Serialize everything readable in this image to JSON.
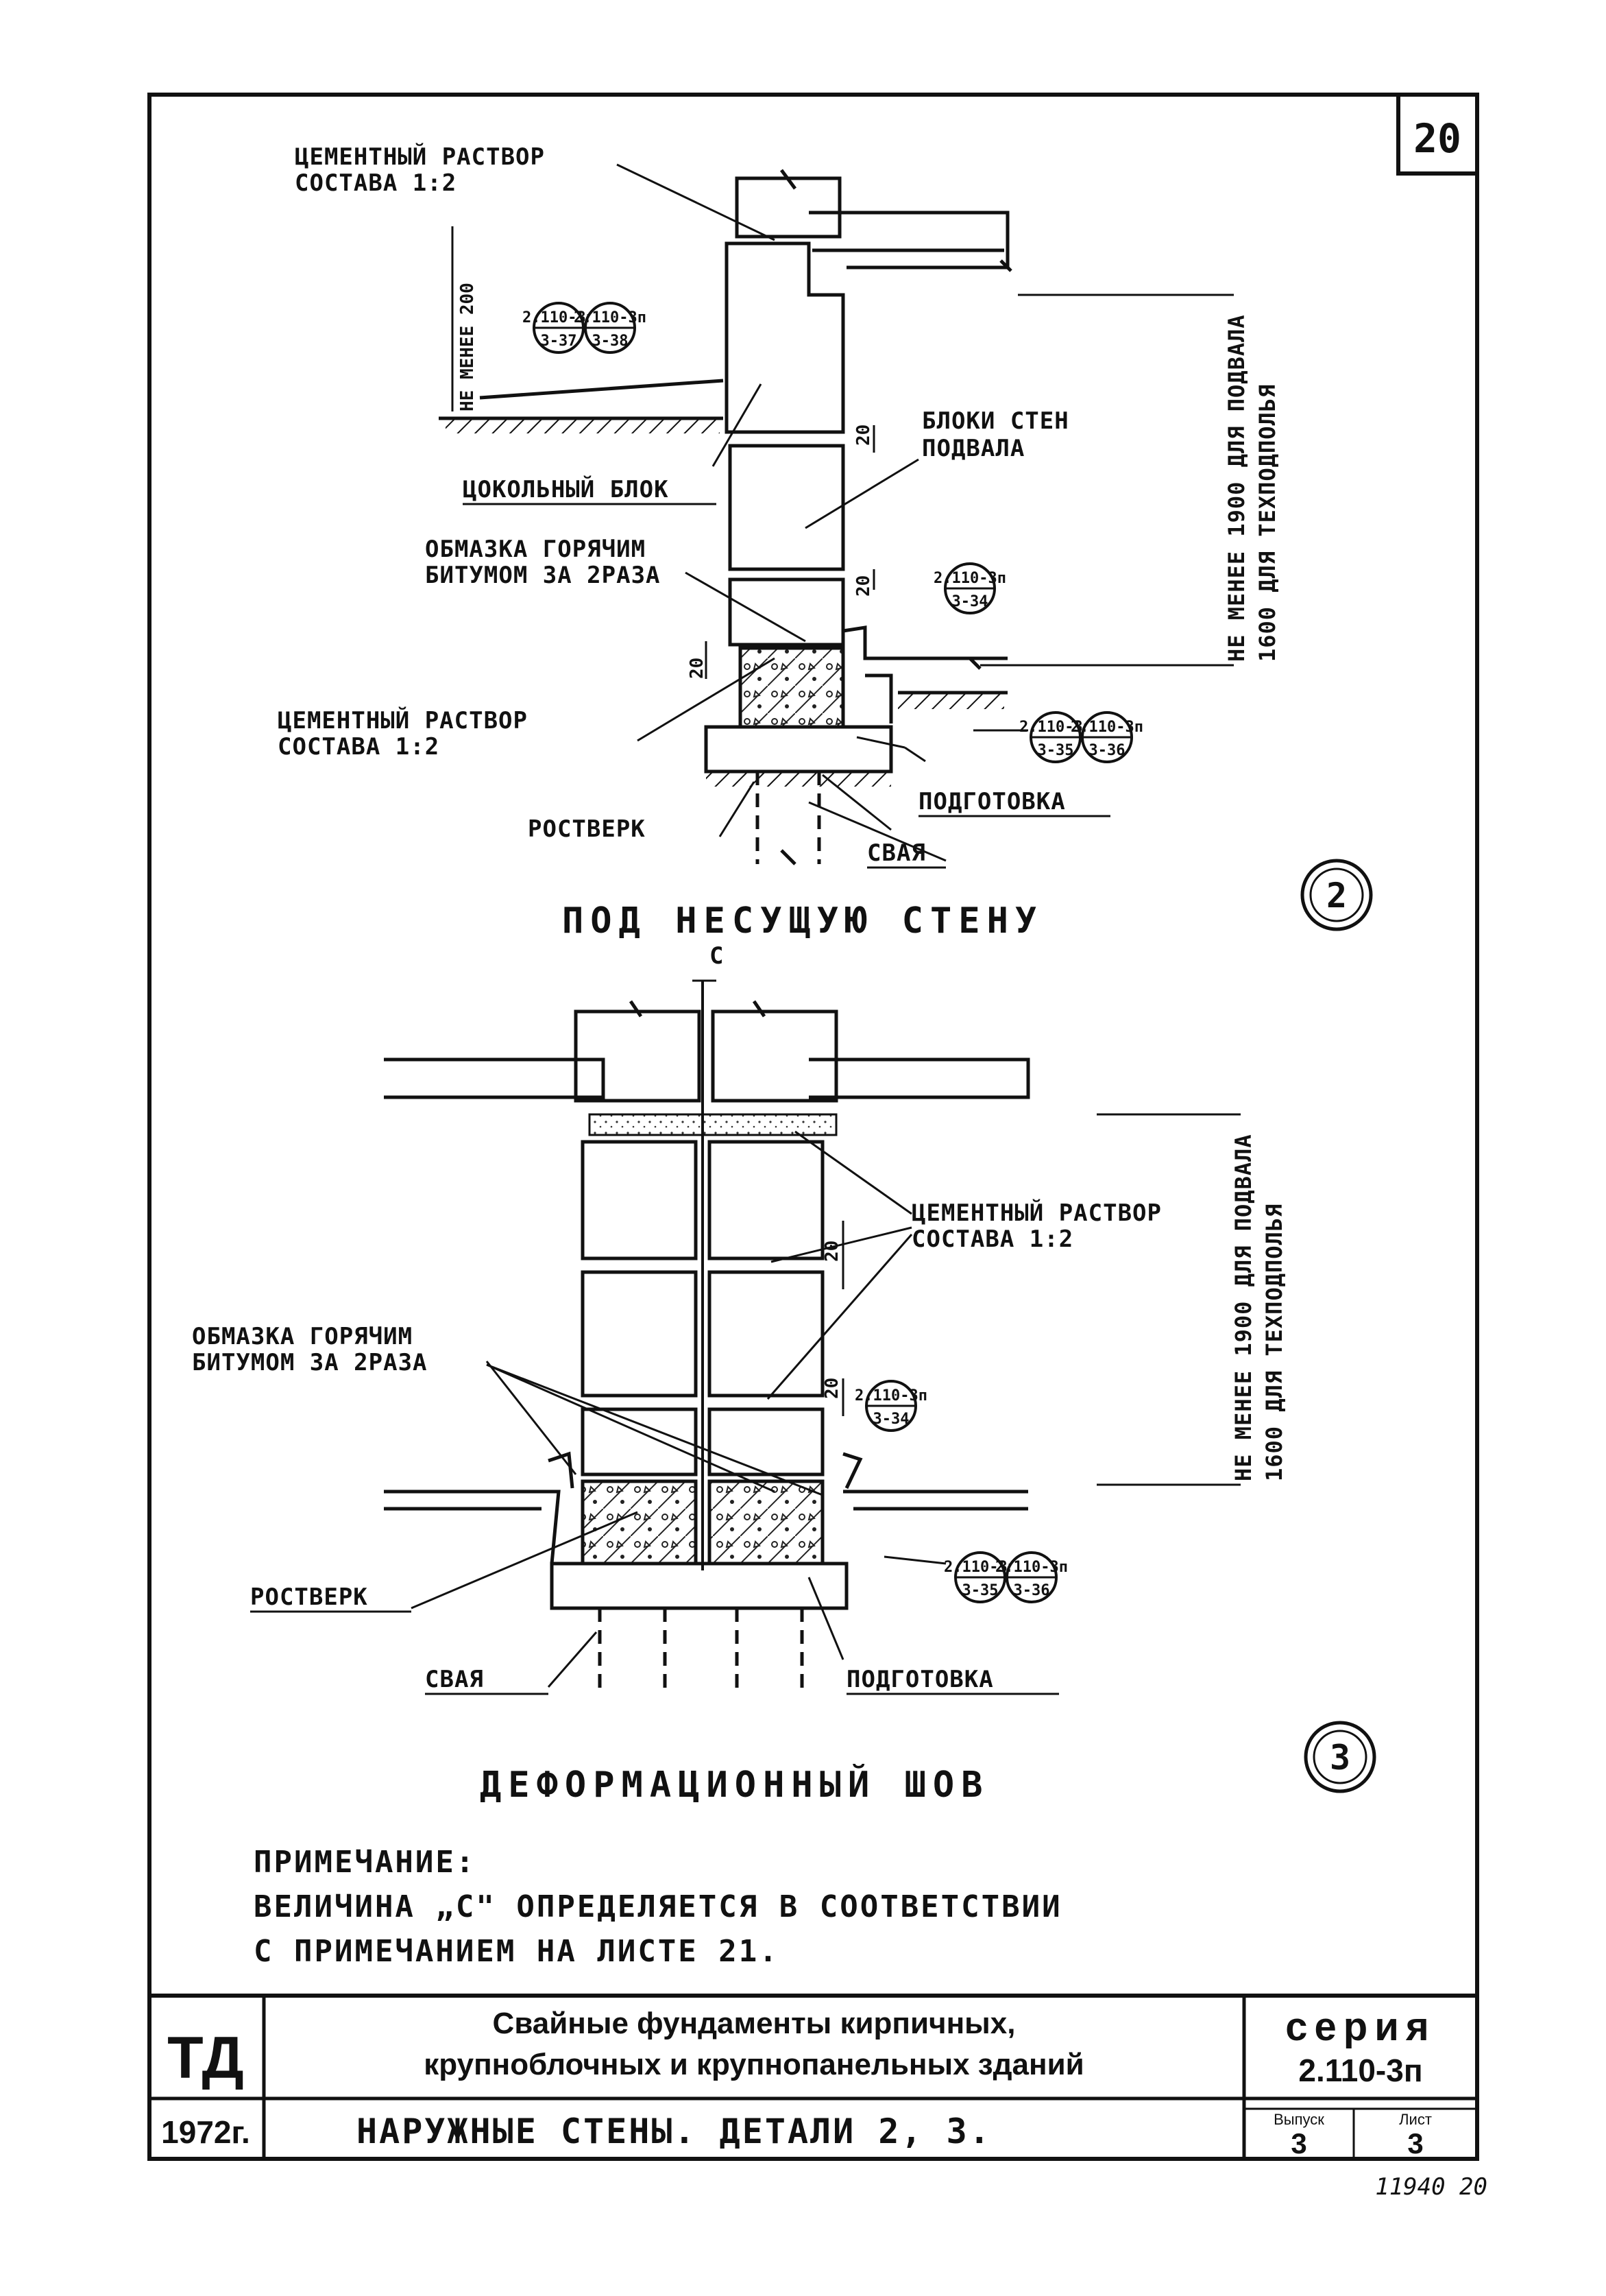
{
  "sheet_number": "20",
  "detail2": {
    "labels": {
      "mortar_top_1": "ЦЕМЕНТНЫЙ РАСТВОР",
      "mortar_top_2": "СОСТАВА  1:2",
      "min_depth_left": "НЕ МЕНЕЕ 200",
      "ref1_top": "2.110-3п",
      "ref1_bot": "3-37",
      "ref2_top": "2.110-3п",
      "ref2_bot": "3-38",
      "plinth_block": "ЦОКОЛЬНЫЙ БЛОК",
      "basement_blocks_1": "БЛОКИ СТЕН",
      "basement_blocks_2": "ПОДВАЛА",
      "bitumen_1": "ОБМАЗКА ГОРЯЧИМ",
      "bitumen_2": "БИТУМОМ ЗА 2РАЗА",
      "ref3_top": "2.110-3п",
      "ref3_bot": "3-34",
      "mortar_bot_1": "ЦЕМЕНТНЫЙ РАСТВОР",
      "mortar_bot_2": "СОСТАВА  1:2",
      "ref4_top": "2.110-3п",
      "ref4_bot": "3-35",
      "ref5_top": "2.110-3п",
      "ref5_bot": "3-36",
      "grillage": "РОСТВЕРК",
      "preparation": "ПОДГОТОВКА",
      "pile": "СВАЯ",
      "dim_20_a": "20",
      "dim_20_b": "20",
      "dim_20_c": "20",
      "height_1": "НЕ МЕНЕЕ 1900 ДЛЯ ПОДВАЛА",
      "height_2": "1600 ДЛЯ ТЕХПОДПОЛЬЯ"
    },
    "number": "2",
    "caption": "ПОД НЕСУЩУЮ СТЕНУ"
  },
  "detail3": {
    "labels": {
      "c_mark": "С",
      "mortar_1": "ЦЕМЕНТНЫЙ РАСТВОР",
      "mortar_2": "СОСТАВА 1:2",
      "bitumen_1": "ОБМАЗКА ГОРЯЧИМ",
      "bitumen_2": "БИТУМОМ ЗА 2РАЗА",
      "ref1_top": "2.110-3п",
      "ref1_bot": "3-34",
      "ref2_top": "2.110-3п",
      "ref2_bot": "3-35",
      "ref3_top": "2.110-3п",
      "ref3_bot": "3-36",
      "grillage": "РОСТВЕРК",
      "pile": "СВАЯ",
      "preparation": "ПОДГОТОВКА",
      "dim_20_a": "20",
      "dim_20_b": "20",
      "height_1": "НЕ МЕНЕЕ 1900 ДЛЯ  ПОДВАЛА",
      "height_2": "1600 ДЛЯ ТЕХПОДПОЛЬЯ"
    },
    "number": "3",
    "caption": "ДЕФОРМАЦИОННЫЙ ШОВ"
  },
  "note": {
    "heading": "ПРИМЕЧАНИЕ:",
    "line1": "ВЕЛИЧИНА „С\" ОПРЕДЕЛЯЕТСЯ В СООТВЕТСТВИИ",
    "line2": "С ПРИМЕЧАНИЕМ  НА ЛИСТЕ 21."
  },
  "title_block": {
    "org": "ТД",
    "year": "1972г.",
    "title_line1": "Свайные    фундаменты    кирпичных,",
    "title_line2": "крупноблочных   и   крупнопанельных  зданий",
    "subtitle": "НАРУЖНЫЕ СТЕНЫ.  ДЕТАЛИ  2, 3.",
    "series_label": "серия",
    "series_value": "2.110-3п",
    "issue_label": "Выпуск",
    "issue_value": "3",
    "sheet_label": "Лист",
    "sheet_value": "3"
  },
  "footer_stamp": "11940    20"
}
